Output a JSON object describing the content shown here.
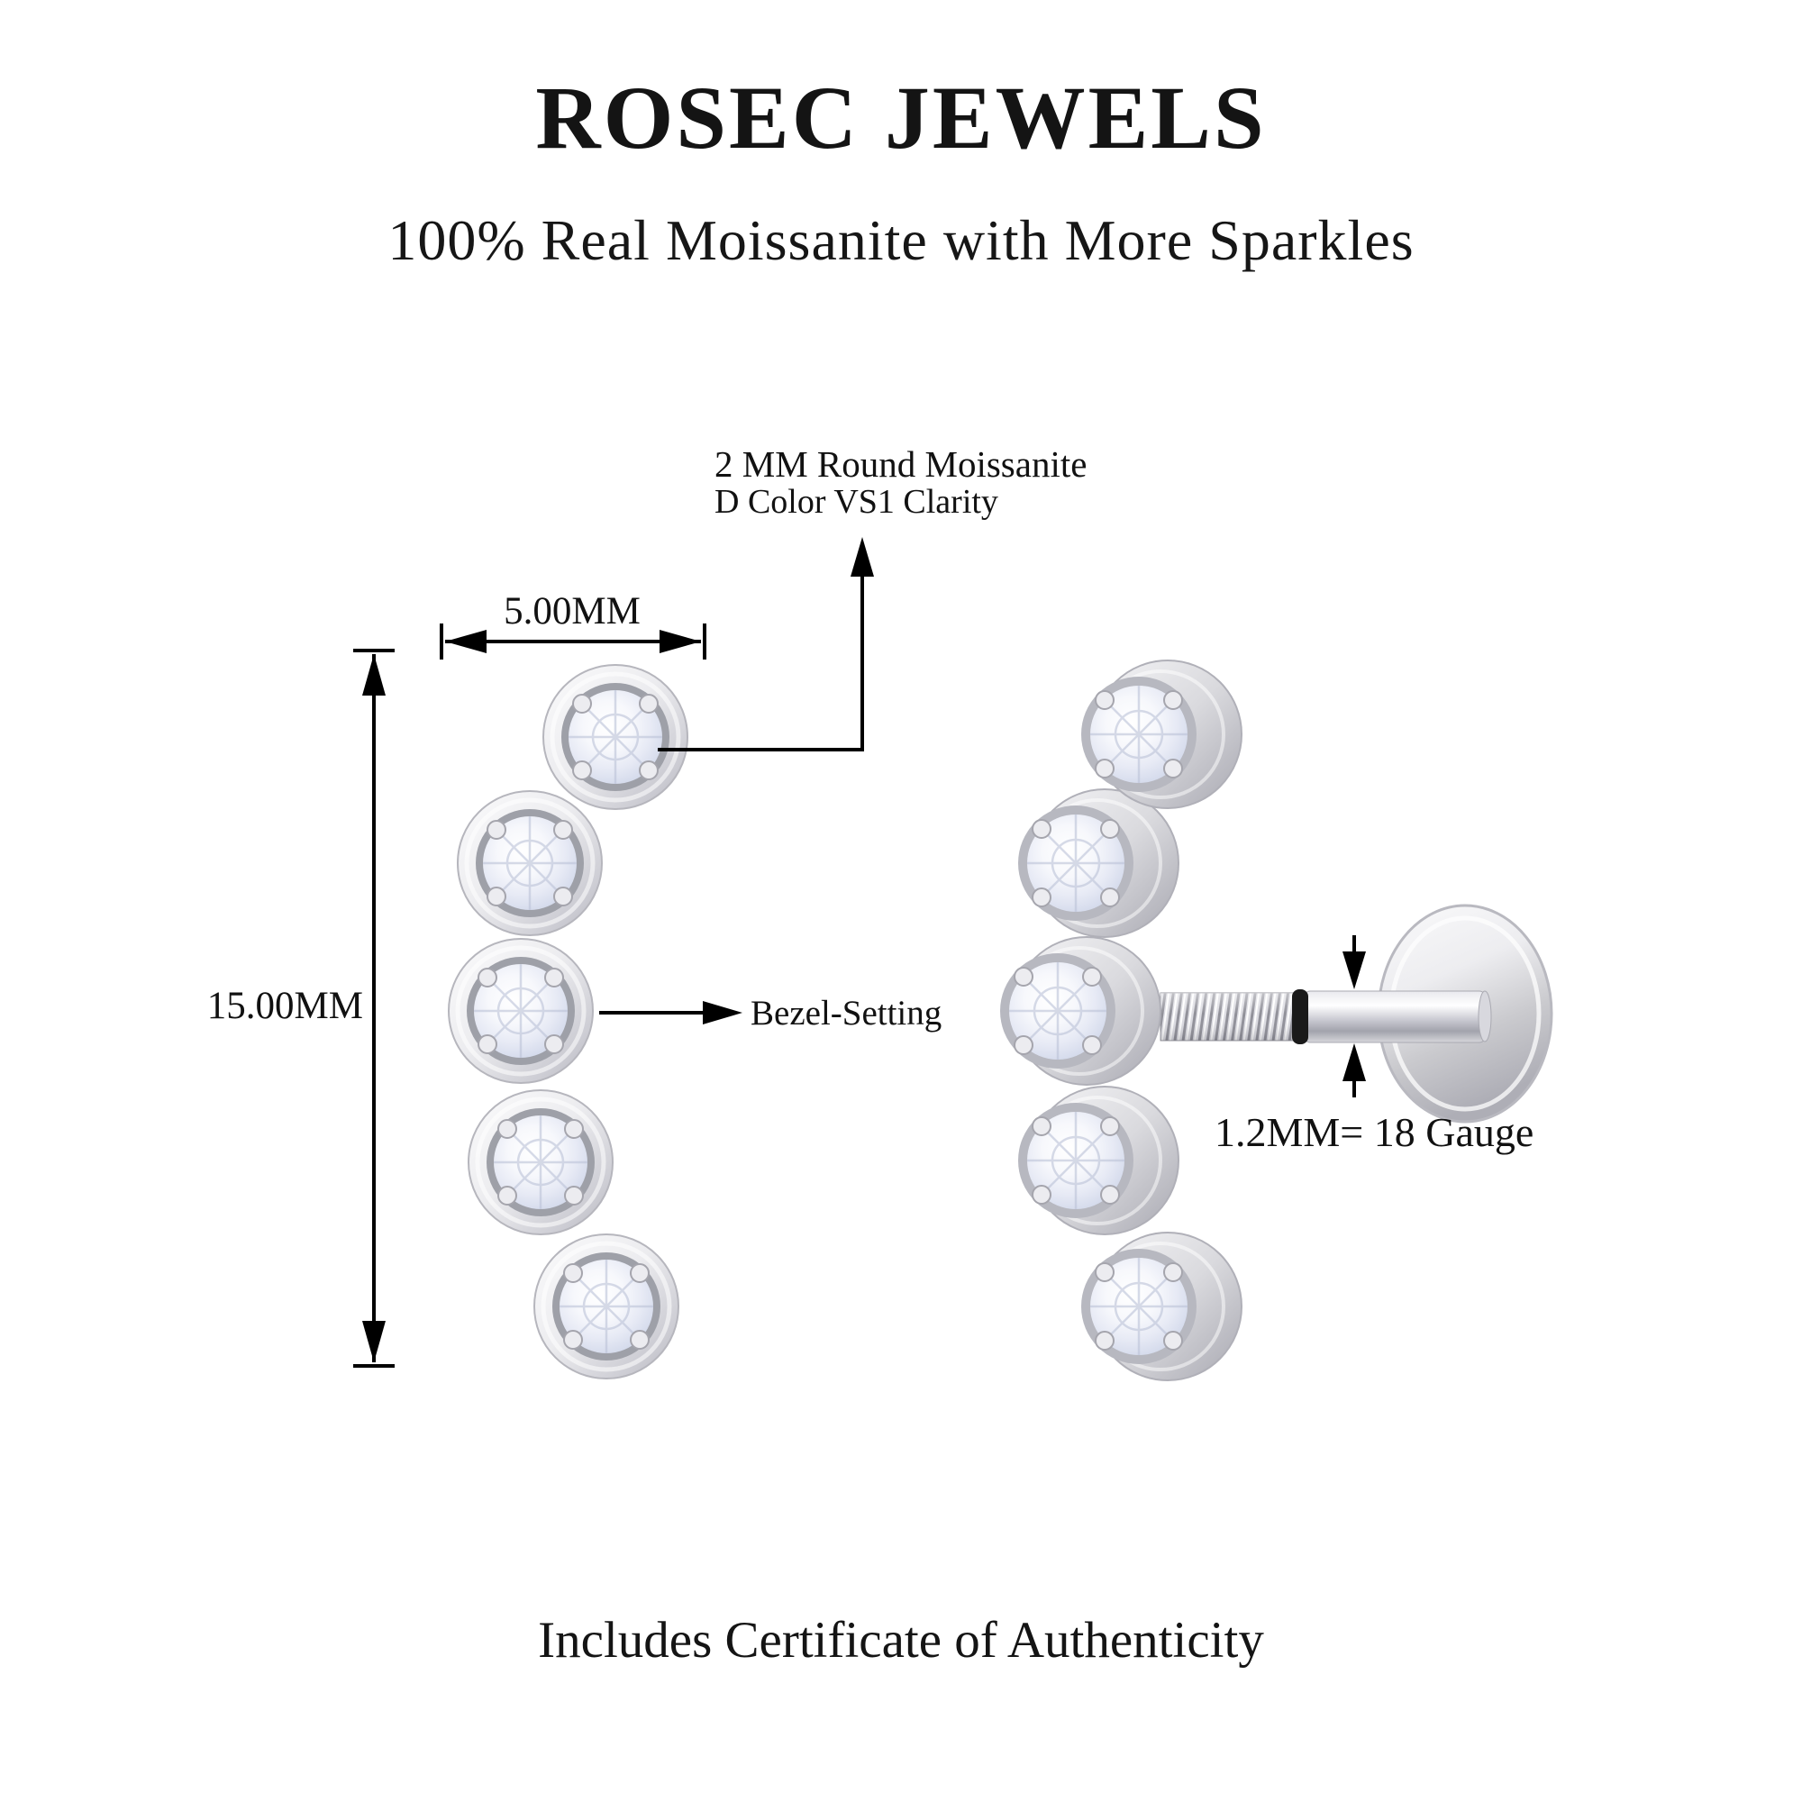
{
  "header": {
    "brand": "ROSEC JEWELS",
    "tagline": "100% Real Moissanite with More Sparkles"
  },
  "diagram": {
    "front_view": {
      "stone_annotation_line1": "2 MM Round Moissanite",
      "stone_annotation_line2": "D Color VS1 Clarity",
      "width_label": "5.00MM",
      "height_label": "15.00MM",
      "setting_label": "Bezel-Setting",
      "stone_count": 5
    },
    "side_view": {
      "gauge_label": "1.2MM= 18 Gauge",
      "stone_count": 5
    }
  },
  "footer": {
    "note": "Includes Certificate of Authenticity"
  },
  "colors": {
    "background": "#ffffff",
    "text": "#111111",
    "line": "#000000",
    "metal_light": "#fbfbfc",
    "metal_mid": "#e6e6ea",
    "metal_dark": "#b3b3bb",
    "bezel_wall": "#9ea0a8",
    "stone_tint": "#c9cfe2",
    "o_ring": "#1a1a1a"
  }
}
